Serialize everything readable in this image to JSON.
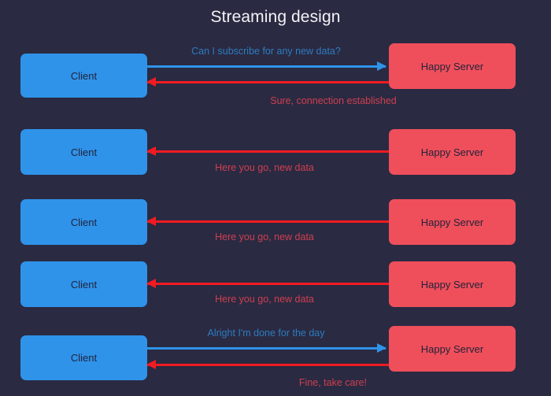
{
  "diagram": {
    "title": "Streaming design",
    "background_color": "#2a2a42",
    "client_color": "#2f93ea",
    "server_color": "#ef4f5b",
    "arrow_blue_color": "#2f93ea",
    "arrow_red_color": "#f21b22",
    "caption_blue_color": "#2d7cc0",
    "caption_red_color": "#cf3f50",
    "node_label_color": "#23233a",
    "title_color": "#f2f3f7"
  },
  "exchanges": [
    {
      "client_label": "Client",
      "server_label": "Happy Server",
      "messages": [
        {
          "text": "Can I subscribe for any new data?",
          "direction": "client-to-server",
          "color": "blue"
        },
        {
          "text": "Sure, connection established",
          "direction": "server-to-client",
          "color": "red"
        }
      ]
    },
    {
      "client_label": "Client",
      "server_label": "Happy Server",
      "messages": [
        {
          "text": "Here you go, new data",
          "direction": "server-to-client",
          "color": "red"
        }
      ]
    },
    {
      "client_label": "Client",
      "server_label": "Happy Server",
      "messages": [
        {
          "text": "Here you go, new data",
          "direction": "server-to-client",
          "color": "red"
        }
      ]
    },
    {
      "client_label": "Client",
      "server_label": "Happy Server",
      "messages": [
        {
          "text": "Here you go, new data",
          "direction": "server-to-client",
          "color": "red"
        }
      ]
    },
    {
      "client_label": "Client",
      "server_label": "Happy Server",
      "messages": [
        {
          "text": "Alright I'm done for the day",
          "direction": "client-to-server",
          "color": "blue"
        },
        {
          "text": "Fine, take care!",
          "direction": "server-to-client",
          "color": "red"
        }
      ]
    }
  ]
}
